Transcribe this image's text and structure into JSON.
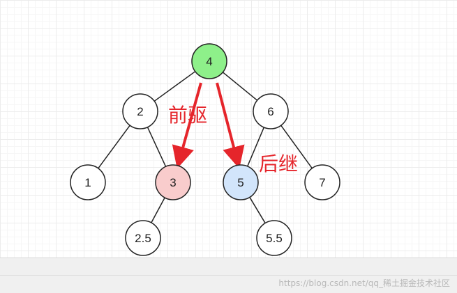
{
  "nodes": [
    {
      "id": "n4",
      "label": "4",
      "fill": "#8ef08a"
    },
    {
      "id": "n2",
      "label": "2",
      "fill": "#ffffff"
    },
    {
      "id": "n6",
      "label": "6",
      "fill": "#ffffff"
    },
    {
      "id": "n1",
      "label": "1",
      "fill": "#ffffff"
    },
    {
      "id": "n3",
      "label": "3",
      "fill": "#f9cccc"
    },
    {
      "id": "n5",
      "label": "5",
      "fill": "#d2e5fb"
    },
    {
      "id": "n7",
      "label": "7",
      "fill": "#ffffff"
    },
    {
      "id": "n25",
      "label": "2.5",
      "fill": "#ffffff"
    },
    {
      "id": "n55",
      "label": "5.5",
      "fill": "#ffffff"
    }
  ],
  "edges": [
    [
      "n4",
      "n2"
    ],
    [
      "n4",
      "n6"
    ],
    [
      "n2",
      "n1"
    ],
    [
      "n2",
      "n3"
    ],
    [
      "n6",
      "n5"
    ],
    [
      "n6",
      "n7"
    ],
    [
      "n3",
      "n25"
    ],
    [
      "n5",
      "n55"
    ]
  ],
  "annotations": {
    "predecessor": "前驱",
    "successor": "后继"
  },
  "colors": {
    "arrow": "#e5252b",
    "edge": "#222222",
    "node_border": "#222222"
  },
  "watermark": "https://blog.csdn.net/qq_稀土掘金技术社区"
}
